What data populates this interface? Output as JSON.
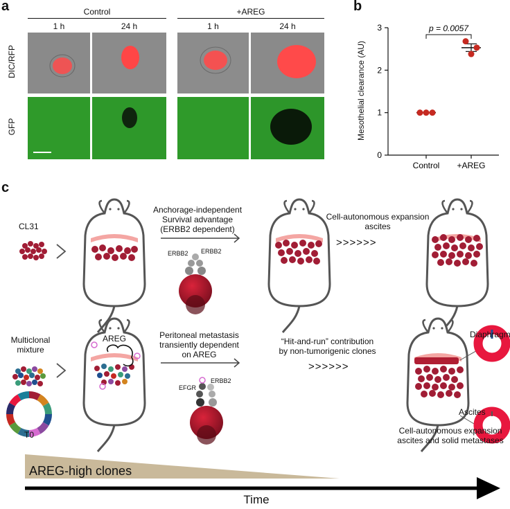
{
  "panel_a": {
    "letter": "a",
    "groups": [
      "Control",
      "+AREG"
    ],
    "times": [
      "1 h",
      "24 h",
      "1 h",
      "24 h"
    ],
    "rows": [
      "DIC/RFP",
      "GFP"
    ]
  },
  "panel_b": {
    "letter": "b",
    "ylabel": "Mesothelial clearance (AU)",
    "p_value": "p = 0.0057",
    "chart_data": {
      "type": "scatter",
      "categories": [
        "Control",
        "+AREG"
      ],
      "series": [
        {
          "category": "Control",
          "values": [
            1.0,
            1.0,
            1.0
          ],
          "mean": 1.0
        },
        {
          "category": "+AREG",
          "values": [
            2.68,
            2.53,
            2.38
          ],
          "mean": 2.53,
          "sem": 0.09
        }
      ],
      "yticks": [
        0,
        1,
        2,
        3
      ],
      "ylim": [
        0,
        3
      ],
      "ylabel": "Mesothelial clearance (AU)",
      "point_color": "#c62a21",
      "annotation": "p = 0.0057"
    }
  },
  "panel_c": {
    "letter": "c",
    "cl31": "CL31",
    "step1": [
      "Anchorage-independent",
      "Survival advantage",
      "(ERBB2 dependent)"
    ],
    "erbb2_a": "ERBB2",
    "erbb2_b": "ERBB2",
    "step2": [
      "Cell-autonomous expansion",
      "ascites"
    ],
    "arrows": ">>>>>>",
    "multiclonal": [
      "Multiclonal",
      "mixture"
    ],
    "t0": "T0",
    "areg_label": "AREG",
    "step3": [
      "Peritoneal metastasis",
      "transiently dependent",
      "on AREG"
    ],
    "egfr": "EFGR",
    "erbb2_c": "ERBB2",
    "step4": [
      "“Hit-and-run” contribution",
      "by non-tumorigenic clones"
    ],
    "diaphragm": "Diaphragm",
    "ascites": "Ascites",
    "step5": [
      "Cell-autonomous expansion",
      "ascites and solid metastases"
    ],
    "gradient_label": "AREG-high clones",
    "time_label": "Time",
    "colors": {
      "cell": "#a11d35",
      "ring": "#e8173e",
      "beige": "#c9b99a"
    }
  }
}
